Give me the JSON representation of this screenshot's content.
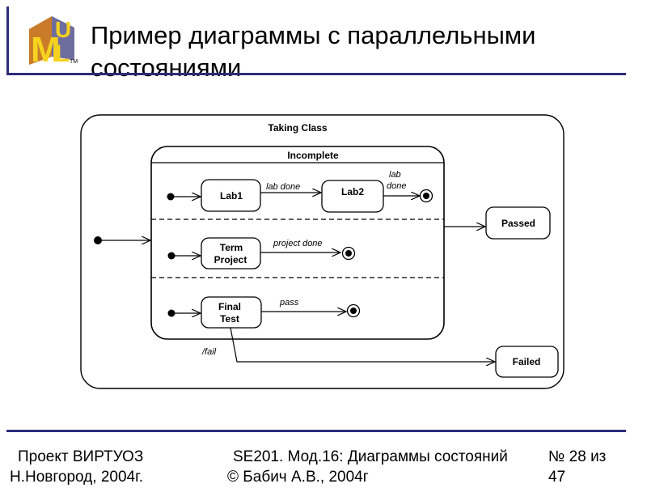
{
  "slide": {
    "title": "Пример диаграммы с параллельными состояниями"
  },
  "logo": {
    "letters": "UML",
    "trademark": "TM"
  },
  "diagram": {
    "outer_state": "Taking Class",
    "composite_state": "Incomplete",
    "states": {
      "lab1": "Lab1",
      "lab2": "Lab2",
      "term_project": [
        "Term",
        "Project"
      ],
      "final_test": [
        "Final",
        "Test"
      ],
      "passed": "Passed",
      "failed": "Failed"
    },
    "transitions": {
      "lab_done_1": "lab done",
      "lab_done_2": [
        "lab",
        "done"
      ],
      "project_done": "project done",
      "pass": "pass",
      "fail": "/fail"
    }
  },
  "footer": {
    "left_line1": "Проект ВИРТУОЗ",
    "left_line2": "Н.Новгород, 2004г.",
    "center_line1": "SE201. Мод.16: Диаграммы состояний",
    "center_line2": "© Бабич А.В., 2004г",
    "right_line1": "№ 28 из",
    "right_line2": "47"
  }
}
